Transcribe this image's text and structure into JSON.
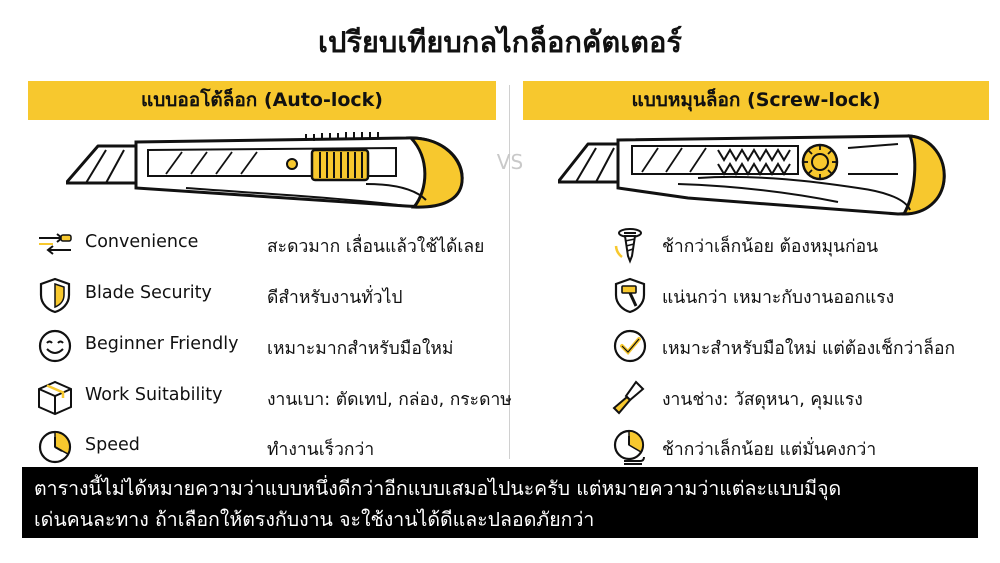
{
  "title": "เปรียบเทียบกลไกล็อกคัตเตอร์",
  "vs": "VS",
  "colors": {
    "accent": "#F7C82E",
    "text": "#111111",
    "banner_bg": "#000000"
  },
  "left": {
    "header": "แบบออโต้ล็อก (Auto-lock)",
    "illustration": "auto-lock-cutter",
    "rows": [
      {
        "icon": "convenience-icon",
        "label": "Convenience",
        "value": "สะดวมาก เลื่อนแล้วใช้ได้เลย"
      },
      {
        "icon": "shield-icon",
        "label": "Blade Security",
        "value": "ดีสำหรับงานทั่วไป"
      },
      {
        "icon": "smiley-icon",
        "label": "Beginner Friendly",
        "value": "เหมาะมากสำหรับมือใหม่"
      },
      {
        "icon": "box-icon",
        "label": "Work Suitability",
        "value": "งานเบา: ตัดเทป, กล่อง, กระดาษ"
      },
      {
        "icon": "timer-icon",
        "label": "Speed",
        "value": "ทำงานเร็วกว่า"
      }
    ]
  },
  "right": {
    "header": "แบบหมุนล็อก (Screw-lock)",
    "illustration": "screw-lock-cutter",
    "rows": [
      {
        "icon": "screw-icon",
        "text": "ช้ากว่าเล็กน้อย ต้องหมุนก่อน"
      },
      {
        "icon": "shield-hammer-icon",
        "text": "แน่นกว่า เหมาะกับงานออกแรง"
      },
      {
        "icon": "check-circle-icon",
        "text": "เหมาะสำหรับมือใหม่ แต่ต้องเช็กว่าล็อก"
      },
      {
        "icon": "chisel-icon",
        "text": "งานช่าง: วัสดุหนา, คุมแรง"
      },
      {
        "icon": "timer-hand-icon",
        "text": "ช้ากว่าเล็กน้อย แต่มั่นคงกว่า"
      }
    ]
  },
  "banner": {
    "line1": "ตารางนี้ไม่ได้หมายความว่าแบบหนึ่งดีกว่าอีกแบบเสมอไปนะครับ แต่หมายความว่าแต่ละแบบมีจุด",
    "line2": "เด่นคนละทาง ถ้าเลือกให้ตรงกับงาน จะใช้งานได้ดีและปลอดภัยกว่า"
  }
}
